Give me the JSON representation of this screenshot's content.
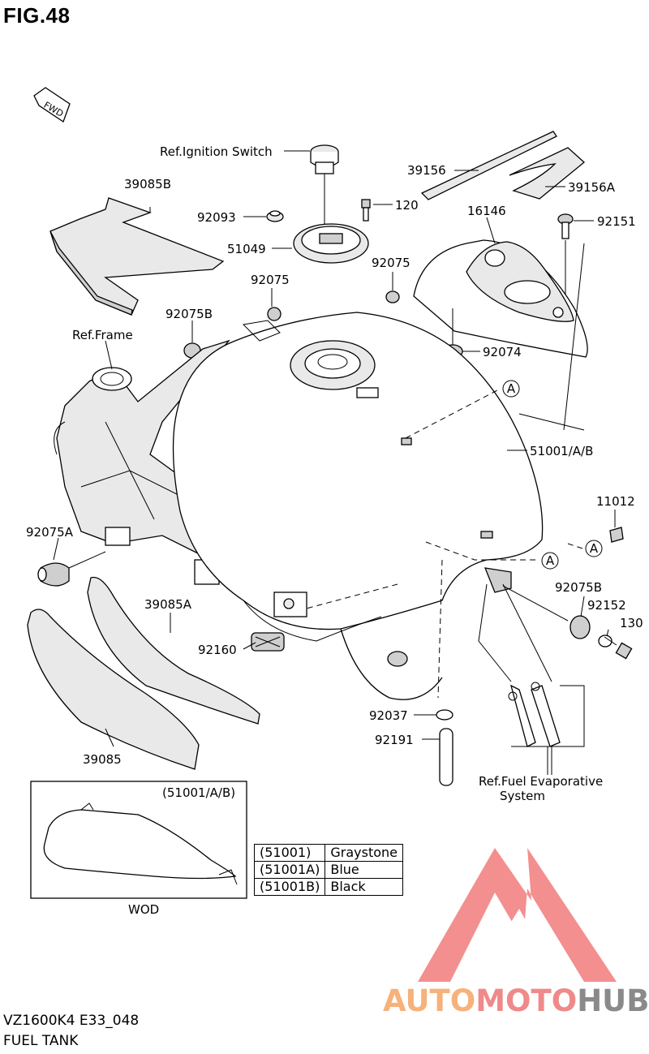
{
  "figure": {
    "title": "FIG.48",
    "model_code": "VZ1600K4 E33_048",
    "assembly_name": "FUEL TANK"
  },
  "direction_marker": "FWD",
  "callouts": {
    "ref_ignition_switch": "Ref.Ignition Switch",
    "p39156": "39156",
    "p39156A": "39156A",
    "p39085B": "39085B",
    "p92093": "92093",
    "p120": "120",
    "p16146": "16146",
    "p92151": "92151",
    "p51049": "51049",
    "p92075_right": "92075",
    "p92075_left": "92075",
    "p92075B_top": "92075B",
    "ref_frame": "Ref.Frame",
    "p92074": "92074",
    "ref_A_1": "A",
    "p51001": "51001/A/B",
    "p11012": "11012",
    "ref_A_2": "A",
    "ref_A_3": "A",
    "p92075A": "92075A",
    "p92075B_bottom": "92075B",
    "p92152": "92152",
    "p130": "130",
    "p39085A": "39085A",
    "p92160": "92160",
    "p92037": "92037",
    "p92191": "92191",
    "p39085": "39085",
    "ref_fuel_evap_line1": "Ref.Fuel Evaporative",
    "ref_fuel_evap_line2": "System"
  },
  "wod_box": {
    "header": "(51001/A/B)",
    "caption": "WOD"
  },
  "color_table": [
    {
      "code": "(51001)",
      "color": "Graystone"
    },
    {
      "code": "(51001A)",
      "color": "Blue"
    },
    {
      "code": "(51001B)",
      "color": "Black"
    }
  ],
  "watermark": {
    "text_part1": "AUTO",
    "text_part2": "MOTO",
    "text_part3": "HUB",
    "color1": "#f6b27a",
    "color2": "#f08a8a",
    "color3": "#8a8a8a",
    "logo_color": "#f27c7c"
  }
}
